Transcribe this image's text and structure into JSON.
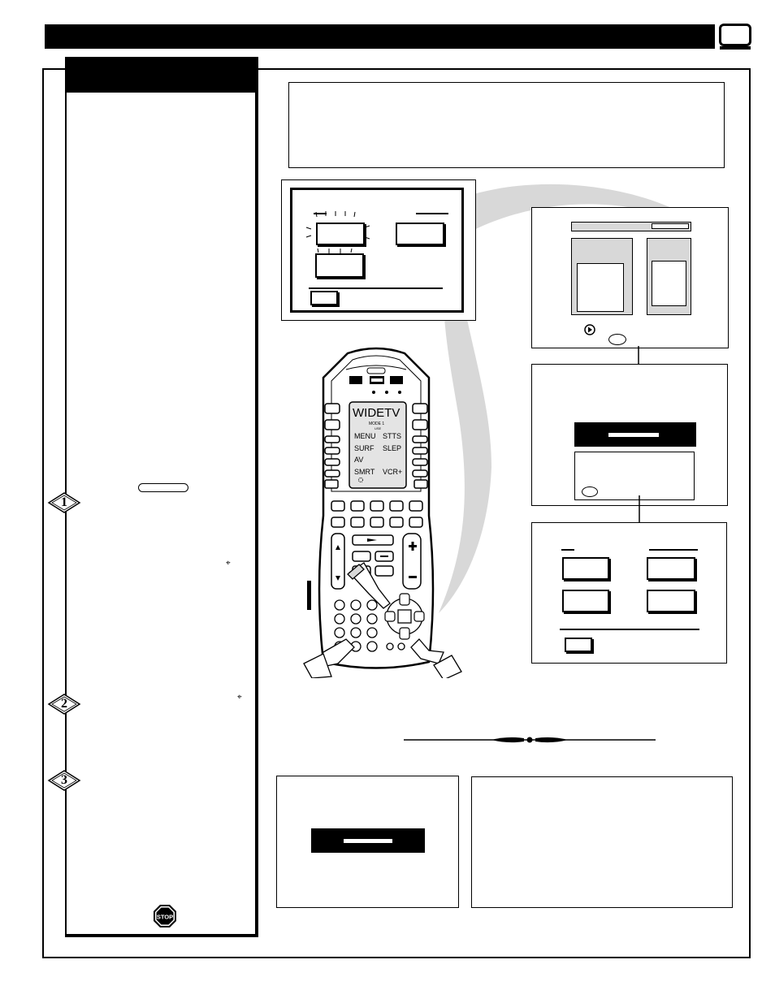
{
  "remote": {
    "lcd_title": "WIDETV",
    "lcd_mode": "MODE 1",
    "lcd_sub": "USE",
    "lcd_items": [
      "MENU",
      "STTS",
      "SURF",
      "SLEP",
      "AV",
      "",
      "SMRT",
      "VCR+"
    ]
  },
  "steps": [
    "1",
    "2",
    "3"
  ],
  "bullet_glyph": "⌖",
  "stop_sign": {
    "label": "STOP",
    "color": "#cc0000"
  },
  "colors": {
    "ink": "#000000",
    "gray": "#d8d8d8",
    "lcd": "#e4e4e4"
  }
}
